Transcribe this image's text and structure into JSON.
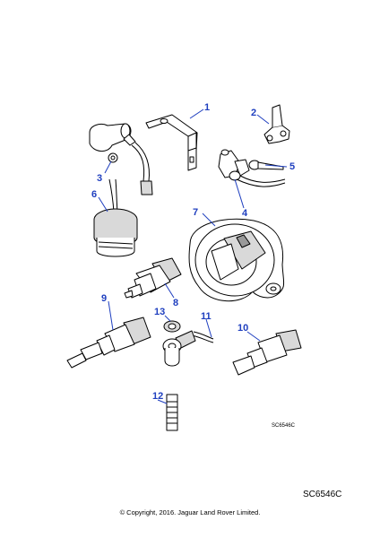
{
  "callouts": [
    {
      "label": "1"
    },
    {
      "label": "2"
    },
    {
      "label": "3"
    },
    {
      "label": "4"
    },
    {
      "label": "5"
    },
    {
      "label": "6"
    },
    {
      "label": "7"
    },
    {
      "label": "8"
    },
    {
      "label": "9"
    },
    {
      "label": "10"
    },
    {
      "label": "11"
    },
    {
      "label": "12"
    },
    {
      "label": "13"
    }
  ],
  "reference_small": "SC6546C",
  "reference_large": "SC6546C",
  "copyright": "© Copyright, 2016. Jaguar Land Rover Limited.",
  "colors": {
    "callout": "#1f3fbf",
    "line": "#000000",
    "background": "#ffffff"
  }
}
